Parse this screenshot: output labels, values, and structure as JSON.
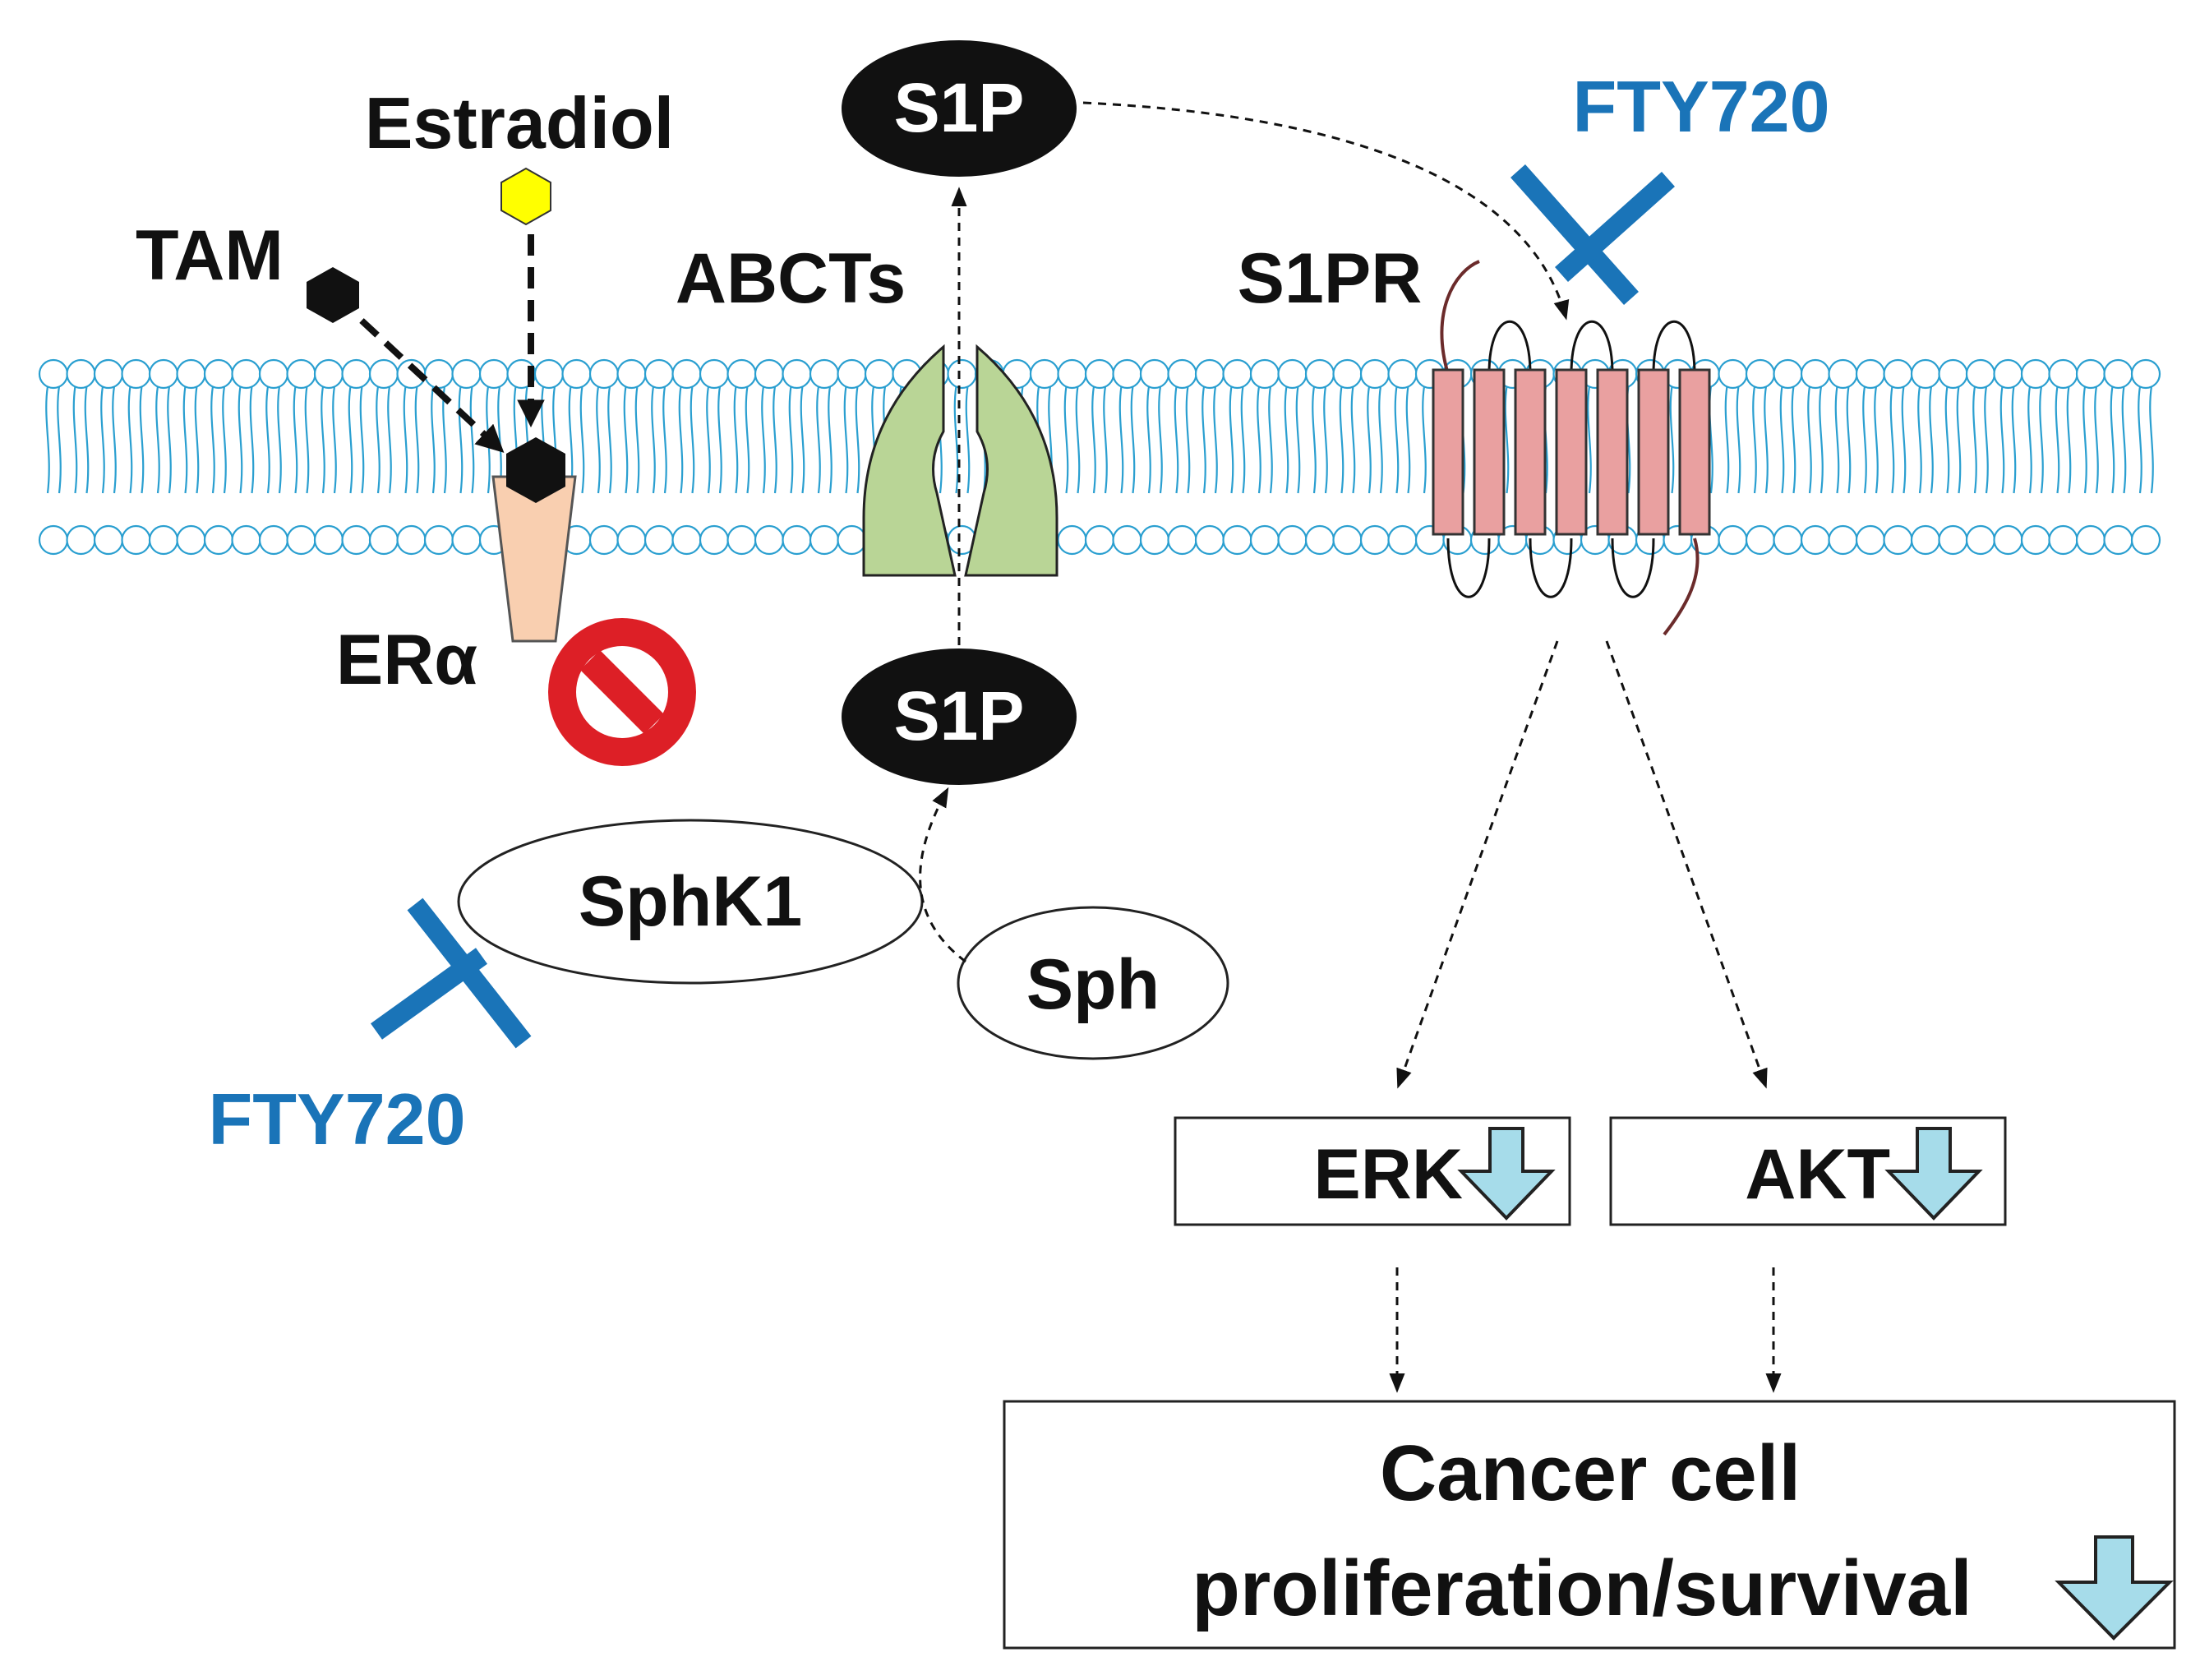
{
  "labels": {
    "estradiol": "Estradiol",
    "tam": "TAM",
    "abcts": "ABCTs",
    "s1pr": "S1PR",
    "er_alpha": "ERα",
    "s1p_top": "S1P",
    "s1p_bottom": "S1P",
    "fty720_top": "FTY720",
    "fty720_bottom": "FTY720",
    "sphk1": "SphK1",
    "sph": "Sph",
    "erk": "ERK",
    "akt": "AKT",
    "outcome_line1": "Cancer cell",
    "outcome_line2": "proliferation/survival"
  },
  "colors": {
    "membrane": "#2a9fd0",
    "inhibitor": "#1a74b8",
    "estradiol_fill": "#ffff00",
    "er_fill": "#f9cfb0",
    "abct_fill": "#b9d596",
    "receptor_fill": "#e9a0a0",
    "no_symbol": "#dd1f26",
    "down_arrow_fill": "#a6dcea"
  },
  "icons": {
    "er_blocked": "no-symbol-icon",
    "down_regulated": "down-arrow-icon",
    "inhibition": "inhibitor-t-bar-icon"
  }
}
